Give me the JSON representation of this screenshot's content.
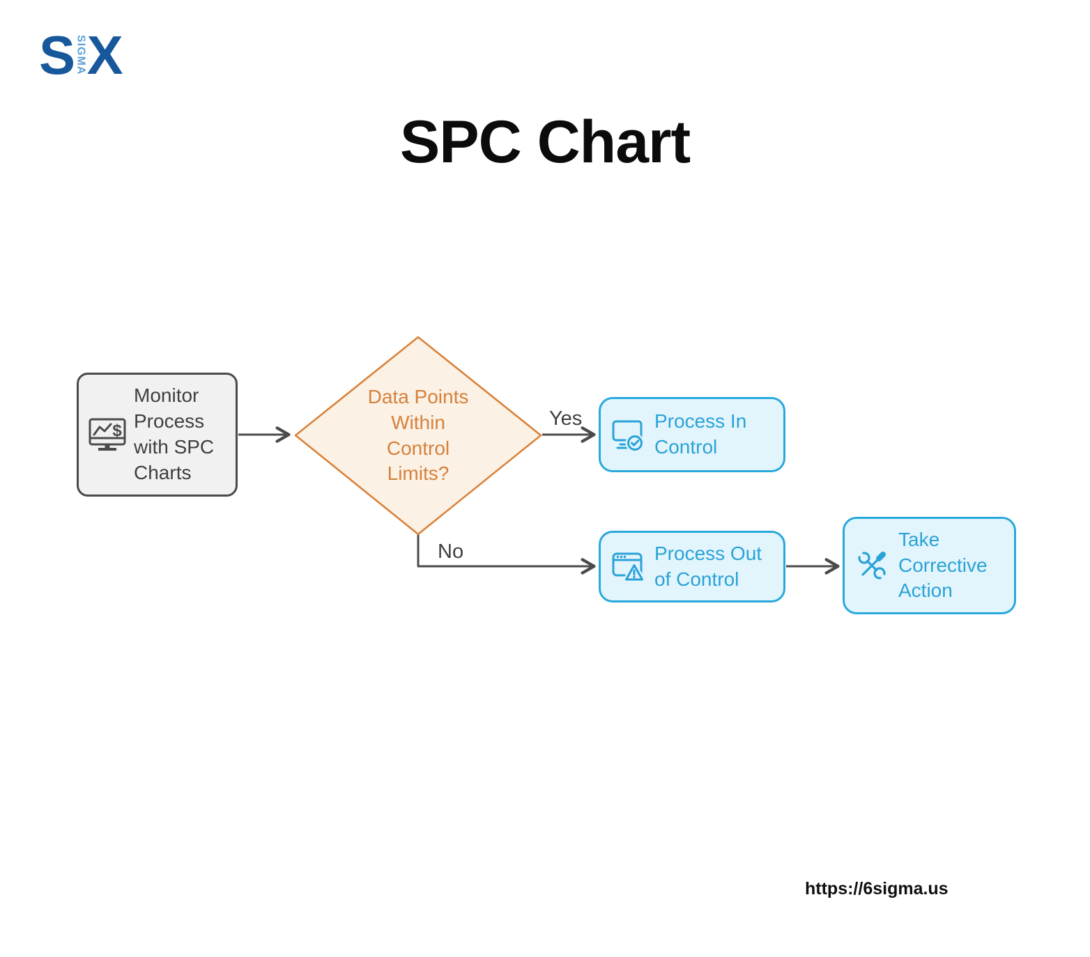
{
  "page": {
    "title": "SPC Chart",
    "website": "https://6sigma.us",
    "background": "#FFFFFF"
  },
  "logo": {
    "six_first": "S",
    "sigma": "SIGMA",
    "six_last": "X",
    "dark_blue": "#17579B",
    "light_blue": "#5FA0D6"
  },
  "flowchart": {
    "nodes": {
      "monitor": {
        "label": "Monitor Process with SPC Charts",
        "icon": "monitor-chart-icon",
        "fill": "#F1F1F1",
        "border": "#4A4A4A",
        "text_color": "#3F3F3F"
      },
      "decision": {
        "label": "Data Points Within Control Limits?",
        "shape": "diamond",
        "fill": "#FCF1E5",
        "border": "#D9823B",
        "text_color": "#D5813C"
      },
      "in_control": {
        "label": "Process In Control",
        "icon": "monitor-check-icon",
        "fill": "#E3F5FC",
        "border": "#29A8DC",
        "text_color": "#2AA2D8"
      },
      "out_control": {
        "label": "Process Out of Control",
        "icon": "window-warning-icon",
        "fill": "#E3F5FC",
        "border": "#29A8DC",
        "text_color": "#2AA2D8"
      },
      "corrective": {
        "label": "Take Corrective Action",
        "icon": "tools-icon",
        "fill": "#E3F5FC",
        "border": "#29A8DC",
        "text_color": "#2AA2D8"
      }
    },
    "edges": {
      "yes_label": "Yes",
      "no_label": "No",
      "connector_color": "#4A4A4A"
    }
  }
}
